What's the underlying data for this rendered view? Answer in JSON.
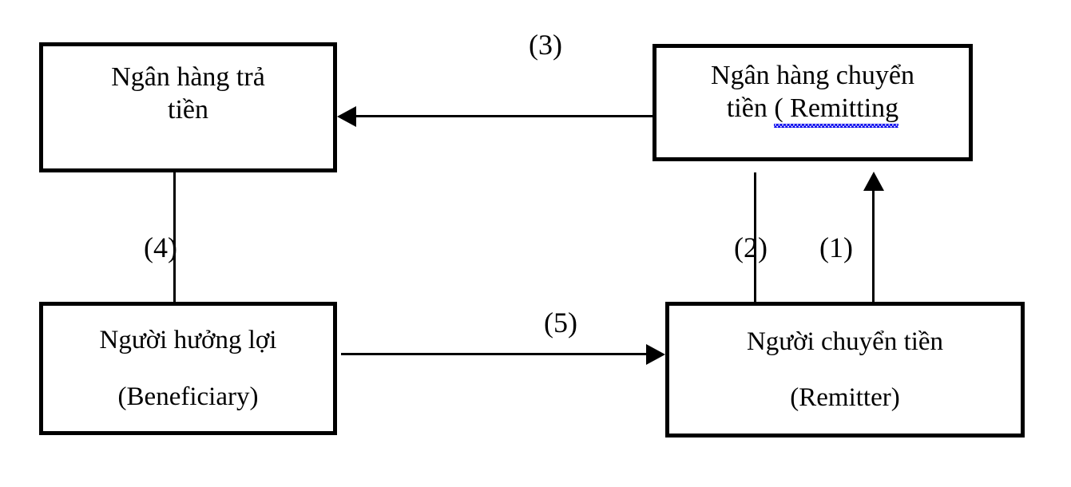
{
  "diagram": {
    "title": "Remittance payment flow diagram",
    "background_color": "#ffffff",
    "stroke_color": "#000000",
    "spellcheck_underline_color": "#0000ee",
    "nodes": [
      {
        "id": "paying-bank",
        "line1": "Ngân hàng trả",
        "line2": "tiền"
      },
      {
        "id": "remitting-bank",
        "line1": "Ngân hàng chuyển",
        "line2_prefix": "tiền ",
        "line2_underlined": "( Remitting"
      },
      {
        "id": "beneficiary",
        "line1": "Người hưởng lợi",
        "line2": "(Beneficiary)"
      },
      {
        "id": "remitter",
        "line1": "Người chuyển tiền",
        "line2": "(Remitter)"
      }
    ],
    "edges": [
      {
        "id": "edge-1",
        "label": "(1)",
        "from": "remitter",
        "to": "remitting-bank",
        "direction": "up",
        "arrowhead": true
      },
      {
        "id": "edge-2",
        "label": "(2)",
        "from": "remitting-bank",
        "to": "remitter",
        "direction": "vertical",
        "arrowhead": false
      },
      {
        "id": "edge-3",
        "label": "(3)",
        "from": "remitting-bank",
        "to": "paying-bank",
        "direction": "left",
        "arrowhead": true
      },
      {
        "id": "edge-4",
        "label": "(4)",
        "from": "paying-bank",
        "to": "beneficiary",
        "direction": "vertical",
        "arrowhead": false
      },
      {
        "id": "edge-5",
        "label": "(5)",
        "from": "beneficiary",
        "to": "remitter",
        "direction": "right",
        "arrowhead": true
      }
    ]
  }
}
